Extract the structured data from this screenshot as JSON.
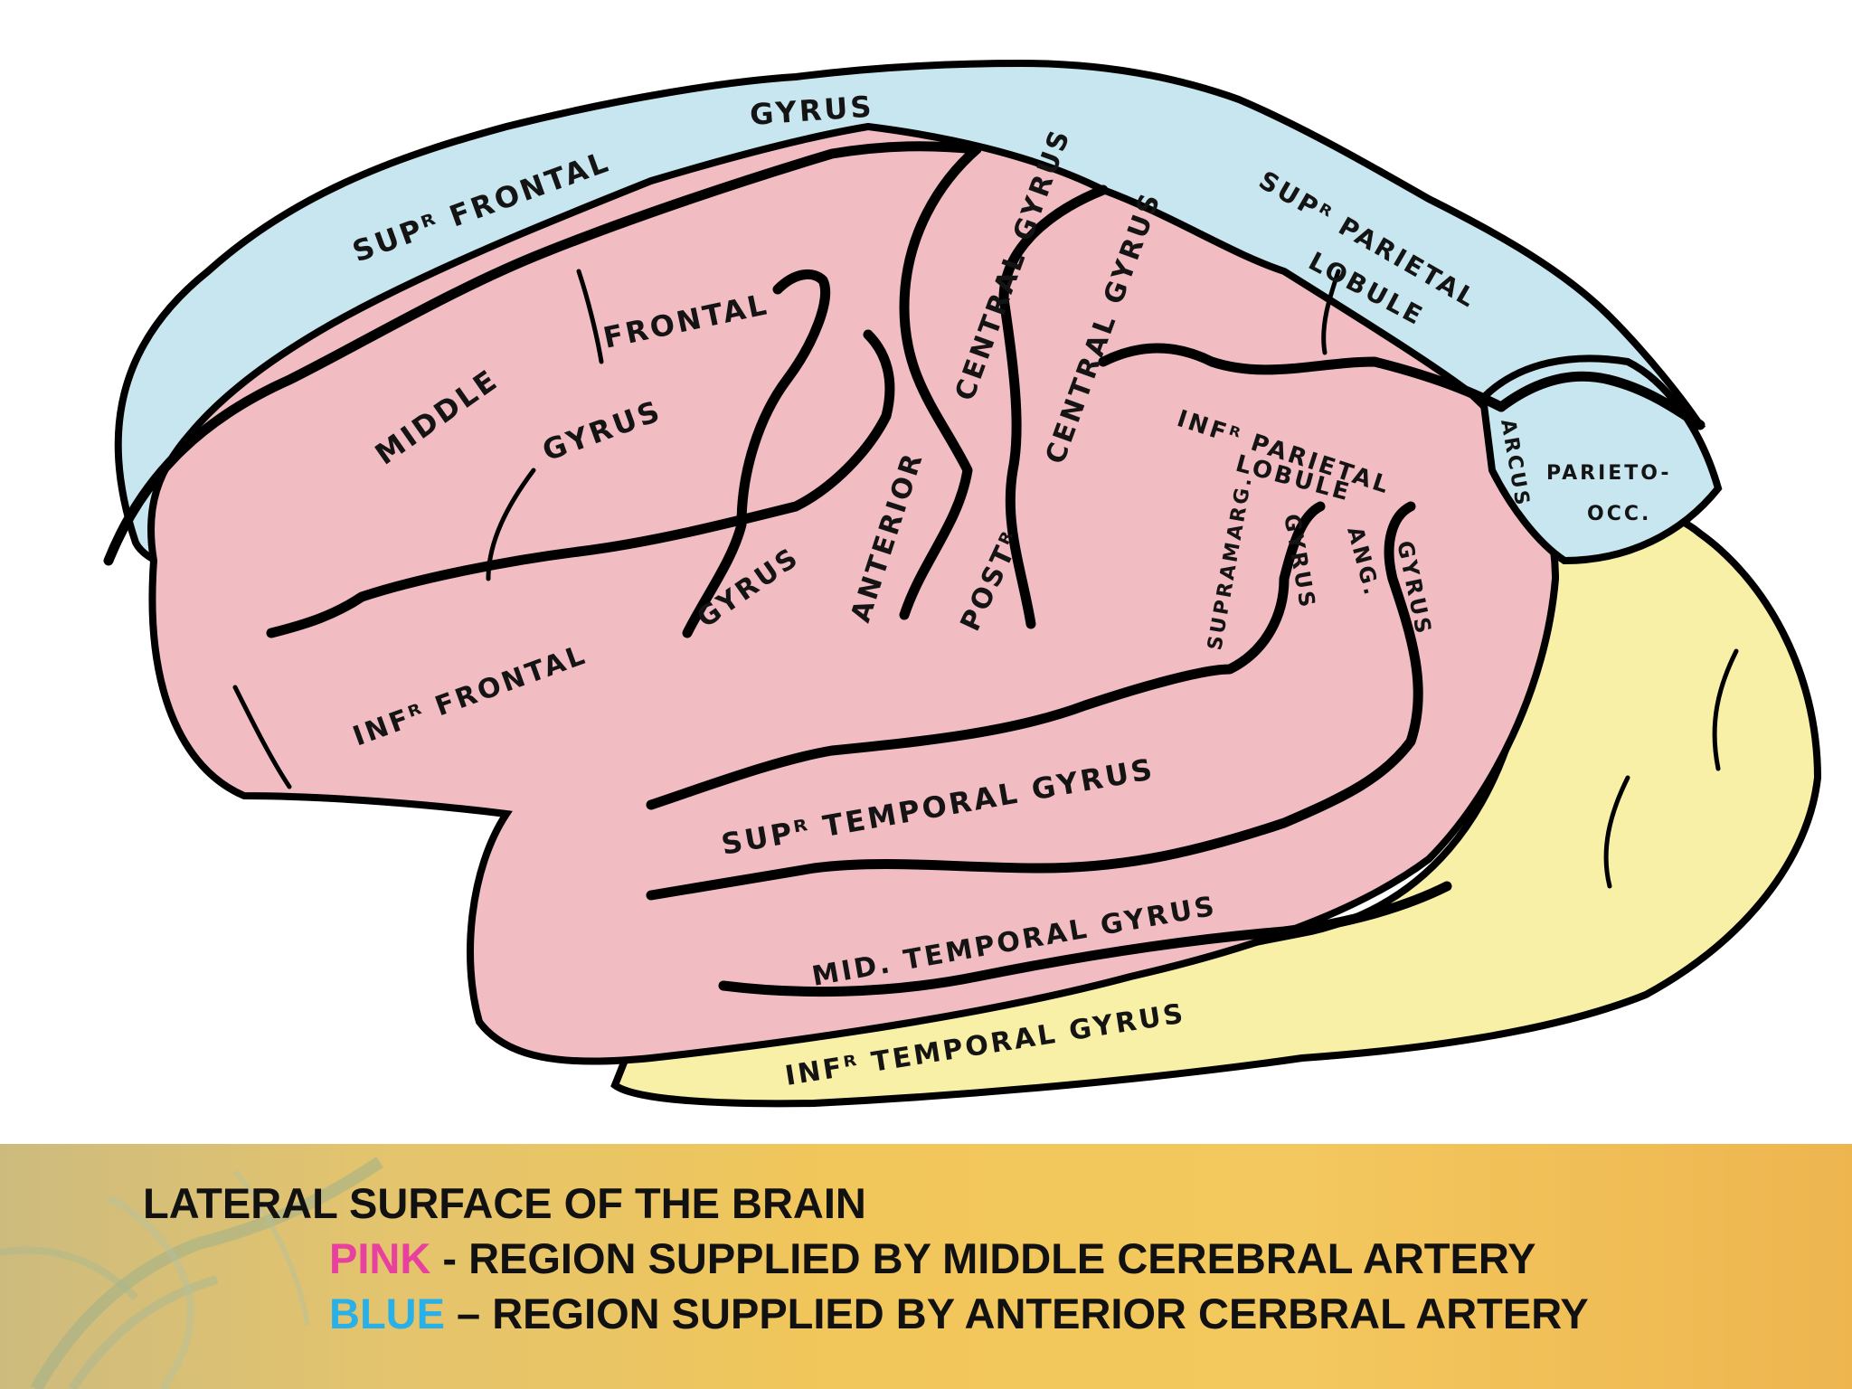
{
  "diagram": {
    "labels": {
      "sup_frontal_a": "SUPᴿ FRONTAL",
      "sup_frontal_b": "GYRUS",
      "middle": "MIDDLE",
      "frontal": "FRONTAL",
      "gyrus_mid": "GYRUS",
      "inf_frontal": "INFᴿ FRONTAL",
      "gyrus_inf": "GYRUS",
      "anterior": "ANTERIOR",
      "central_ant": "CENTRAL GYRUS",
      "posterior": "POSTᴿ",
      "central_post": "CENTRAL GYRUS",
      "sup_parietal": "SUPᴿ PARIETAL",
      "lobule_sup": "LOBULE",
      "inf_parietal": "INFᴿ PARIETAL",
      "lobule_inf": "LOBULE",
      "supramarg": "SUPRAMARG.",
      "gyrus_supramarg": "GYRUS",
      "ang": "ANG.",
      "gyrus_ang": "GYRUS",
      "arcus": "ARCUS",
      "parieto": "PARIETO-",
      "occ": "OCC.",
      "sup_temporal": "SUPᴿ TEMPORAL GYRUS",
      "mid_temporal": "MID. TEMPORAL GYRUS",
      "inf_temporal": "INFᴿ TEMPORAL GYRUS"
    },
    "colors": {
      "pink": "#f2bcc3",
      "blue": "#c8e6ef",
      "yellow": "#f8f0a6",
      "outline": "#000000"
    }
  },
  "caption": {
    "title": "LATERAL SURFACE OF THE BRAIN",
    "pink_keyword": "PINK",
    "pink_text": " - REGION SUPPLIED BY MIDDLE CEREBRAL  ARTERY",
    "blue_keyword": "BLUE",
    "blue_text": " – REGION SUPPLIED BY ANTERIOR CERBRAL ARTERY"
  }
}
